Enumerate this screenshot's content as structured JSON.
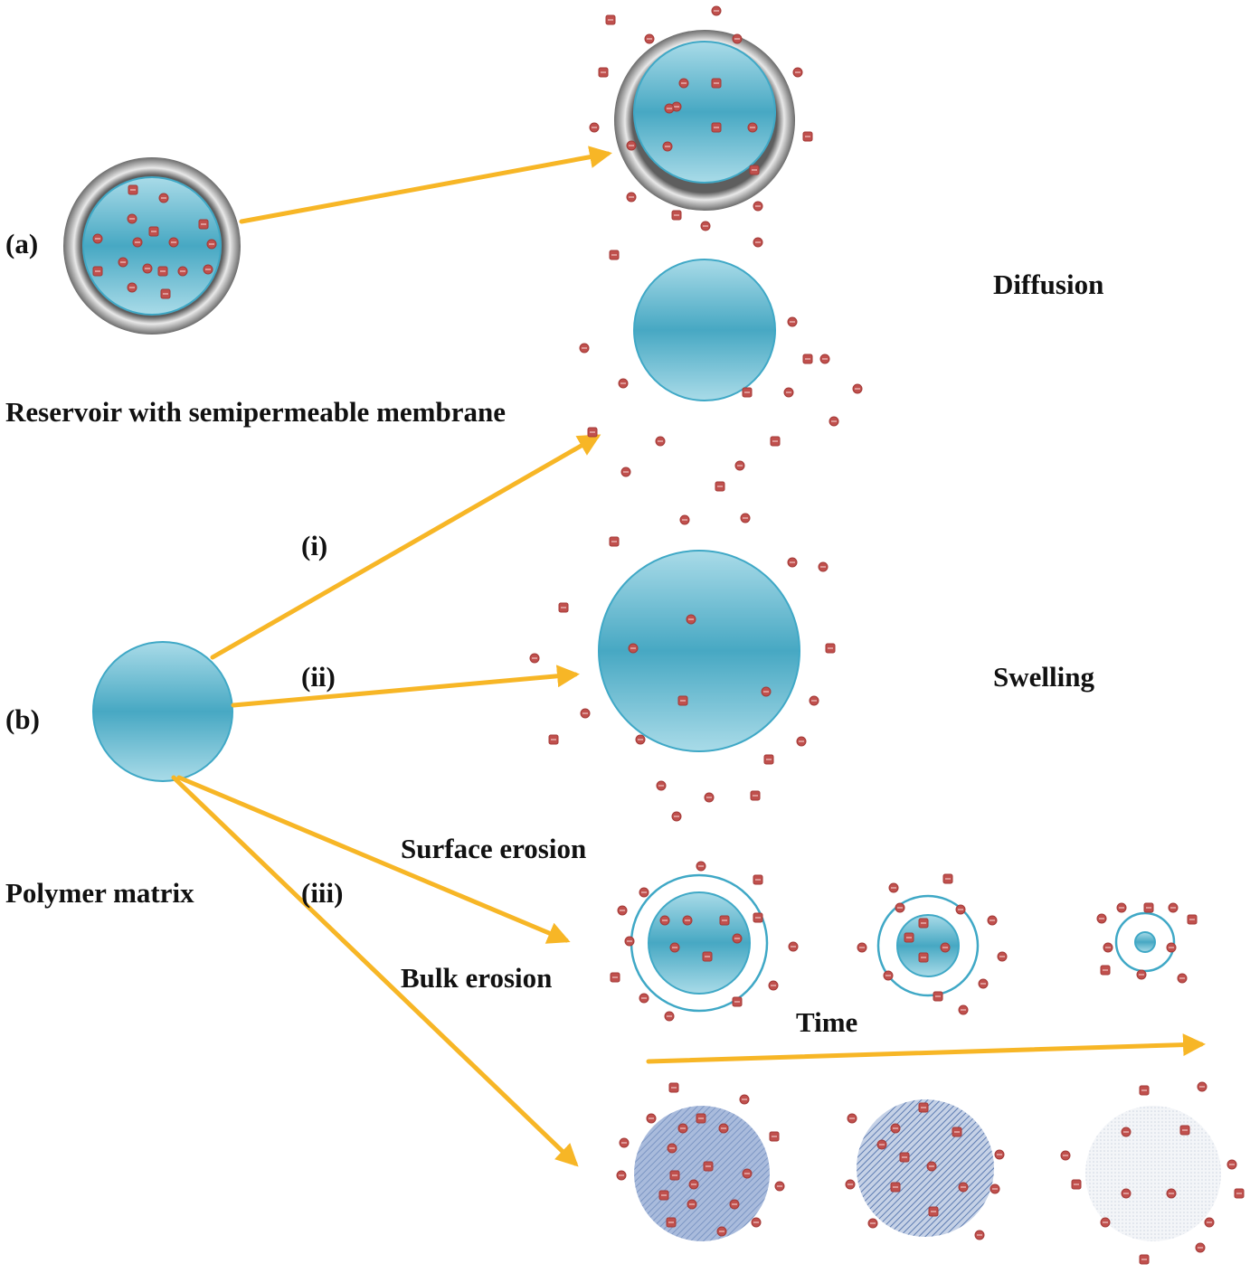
{
  "labels": {
    "a": "(a)",
    "b": "(b)",
    "reservoir": "Reservoir with semipermeable membrane",
    "polymer_matrix": "Polymer matrix",
    "diffusion": "Diffusion",
    "swelling": "Swelling",
    "route_i": "(i)",
    "route_ii": "(ii)",
    "route_iii": "(iii)",
    "surface_erosion": "Surface erosion",
    "bulk_erosion": "Bulk erosion",
    "time": "Time"
  },
  "colors": {
    "arrow": "#F7B626",
    "membrane": "#8a8a8a",
    "core_light": "#a9dbe8",
    "core_dark": "#47a8c3",
    "core_edge": "#3fa8c6",
    "drug": "#c0504d",
    "bulk_1": "#9db2d8",
    "bulk_2": "#7f98c6",
    "bulk_3": "#e8ecf2"
  },
  "icons": {
    "drug_particle": "drug-particle-icon"
  }
}
